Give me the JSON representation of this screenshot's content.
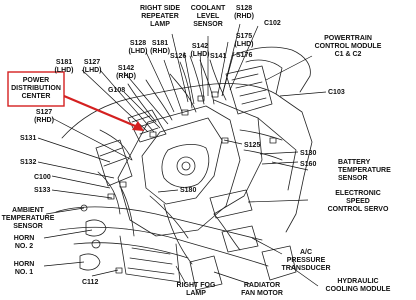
{
  "highlight_color": "#d42020",
  "labels": {
    "right_side_repeater_lamp": [
      "RIGHT SIDE",
      "REPEATER",
      "LAMP"
    ],
    "coolant_level_sensor": [
      "COOLANT",
      "LEVEL",
      "SENSOR"
    ],
    "s128_rhd_top": [
      "S128",
      "(RHD)"
    ],
    "c102": [
      "C102"
    ],
    "s128_lhd": [
      "S128",
      "(LHD)"
    ],
    "s181_rhd_top": [
      "S181",
      "(RHD)"
    ],
    "s126": [
      "S126"
    ],
    "s142_lhd": [
      "S142",
      "(LHD)"
    ],
    "s141": [
      "S141"
    ],
    "s175_lhd": [
      "S175",
      "(LHD)"
    ],
    "s176": [
      "S176"
    ],
    "pcm": [
      "POWERTRAIN",
      "CONTROL MODULE",
      "C1 & C2"
    ],
    "s181_lhd": [
      "S181",
      "(LHD)"
    ],
    "s127_lhd": [
      "S127",
      "(LHD)"
    ],
    "s142_rhd": [
      "S142",
      "(RHD)"
    ],
    "g108": [
      "G108"
    ],
    "c103": [
      "C103"
    ],
    "pdc": [
      "POWER",
      "DISTRIBUTION",
      "CENTER"
    ],
    "s127_rhd": [
      "S127",
      "(RHD)"
    ],
    "s131": [
      "S131"
    ],
    "s125": [
      "S125"
    ],
    "s130": [
      "S130"
    ],
    "s160": [
      "S160"
    ],
    "s132": [
      "S132"
    ],
    "battery_temp_sensor": [
      "BATTERY",
      "TEMPERATURE",
      "SENSOR"
    ],
    "c100": [
      "C100"
    ],
    "s133": [
      "S133"
    ],
    "s180": [
      "S180"
    ],
    "electronic_speed_control_servo": [
      "ELECTRONIC",
      "SPEED",
      "CONTROL SERVO"
    ],
    "ambient_temp_sensor": [
      "AMBIENT",
      "TEMPERATURE",
      "SENSOR"
    ],
    "horn_no2": [
      "HORN",
      "NO. 2"
    ],
    "horn_no1": [
      "HORN",
      "NO. 1"
    ],
    "c112": [
      "C112"
    ],
    "ac_pressure_transducer": [
      "A/C",
      "PRESSURE",
      "TRANSDUCER"
    ],
    "right_fog_lamp": [
      "RIGHT FOG",
      "LAMP"
    ],
    "radiator_fan_motor": [
      "RADIATOR",
      "FAN MOTOR"
    ],
    "hydraulic_cooling_module": [
      "HYDRAULIC",
      "COOLING MODULE"
    ]
  }
}
